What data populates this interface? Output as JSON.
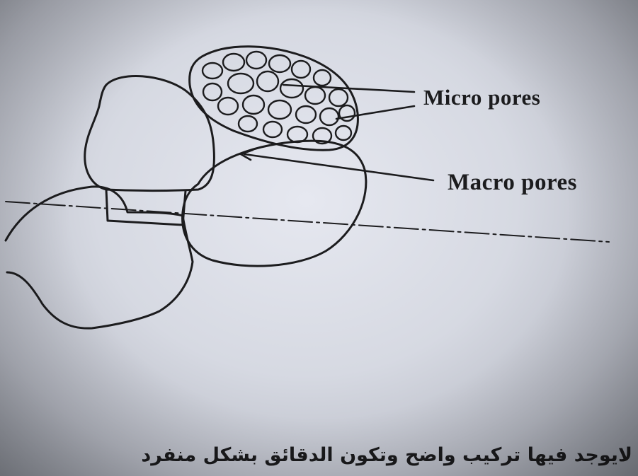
{
  "labels": {
    "micro_pores": "Micro pores",
    "macro_pores": "Macro pores"
  },
  "caption": "لايوجد فيها تركيب واضح وتكون الدقائق بشكل منفرد",
  "colors": {
    "ink": "#1c1c1e",
    "paper": "#e6e8f0"
  }
}
